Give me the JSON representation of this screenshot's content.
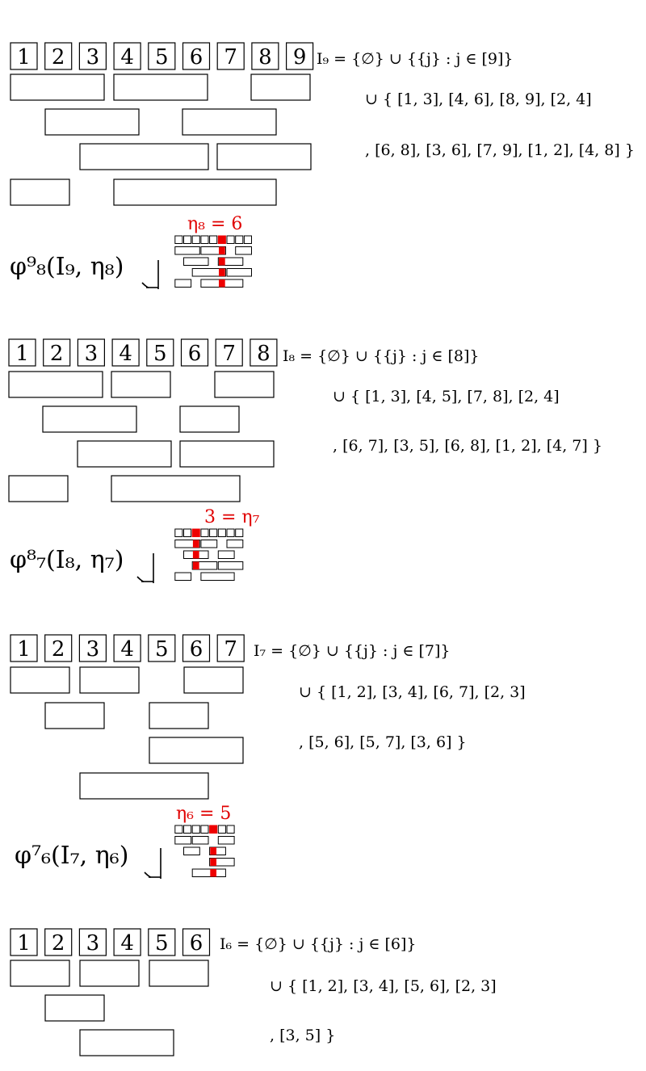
{
  "colors": {
    "highlight": "#ee0000",
    "ink": "#000000"
  },
  "stages": [
    {
      "n": 9,
      "numbers": [
        "1",
        "2",
        "3",
        "4",
        "5",
        "6",
        "7",
        "8",
        "9"
      ],
      "formula": [
        "I₉ = {∅} ∪ {{j} : j ∈ [9]}",
        "∪ { [1, 3], [4, 6], [8, 9], [2, 4]",
        ", [6, 8], [3, 6], [7, 9], [1, 2], [4, 8] }"
      ],
      "intervals": [
        [
          1,
          3
        ],
        [
          4,
          6
        ],
        [
          8,
          9
        ],
        [
          2,
          4
        ],
        [
          6,
          8
        ],
        [
          3,
          6
        ],
        [
          7,
          9
        ],
        [
          1,
          2
        ],
        [
          4,
          8
        ]
      ]
    },
    {
      "n": 8,
      "numbers": [
        "1",
        "2",
        "3",
        "4",
        "5",
        "6",
        "7",
        "8"
      ],
      "formula": [
        "I₈ = {∅} ∪ {{j} : j ∈ [8]}",
        "∪ { [1, 3], [4, 5], [7, 8], [2, 4]",
        ", [6, 7], [3, 5], [6, 8], [1, 2], [4, 7] }"
      ],
      "intervals": [
        [
          1,
          3
        ],
        [
          4,
          5
        ],
        [
          7,
          8
        ],
        [
          2,
          4
        ],
        [
          6,
          7
        ],
        [
          3,
          5
        ],
        [
          6,
          8
        ],
        [
          1,
          2
        ],
        [
          4,
          7
        ]
      ]
    },
    {
      "n": 7,
      "numbers": [
        "1",
        "2",
        "3",
        "4",
        "5",
        "6",
        "7"
      ],
      "formula": [
        "I₇ = {∅} ∪ {{j} : j ∈ [7]}",
        "∪ { [1, 2], [3, 4], [6, 7], [2, 3]",
        ", [5, 6], [5, 7], [3, 6] }"
      ],
      "intervals": [
        [
          1,
          2
        ],
        [
          3,
          4
        ],
        [
          6,
          7
        ],
        [
          2,
          3
        ],
        [
          5,
          6
        ],
        [
          5,
          7
        ],
        [
          3,
          6
        ]
      ]
    },
    {
      "n": 6,
      "numbers": [
        "1",
        "2",
        "3",
        "4",
        "5",
        "6"
      ],
      "formula": [
        "I₆ = {∅} ∪ {{j} : j ∈ [6]}",
        "∪ { [1, 2], [3, 4], [5, 6], [2, 3]",
        ", [3, 5] }"
      ],
      "intervals": [
        [
          1,
          2
        ],
        [
          3,
          4
        ],
        [
          5,
          6
        ],
        [
          2,
          3
        ],
        [
          3,
          5
        ]
      ]
    }
  ],
  "maps": [
    {
      "label": "φ⁹₈(I₉, η₈)",
      "eta_label": "η₈ = 6",
      "eta_value": 6,
      "arrow": "↓"
    },
    {
      "label": "φ⁸₇(I₈, η₇)",
      "eta_label": "3 = η₇",
      "eta_value": 3,
      "arrow": "↓"
    },
    {
      "label": "φ⁷₆(I₇, η₆)",
      "eta_label": "η₆ = 5",
      "eta_value": 5,
      "arrow": "↓"
    }
  ]
}
